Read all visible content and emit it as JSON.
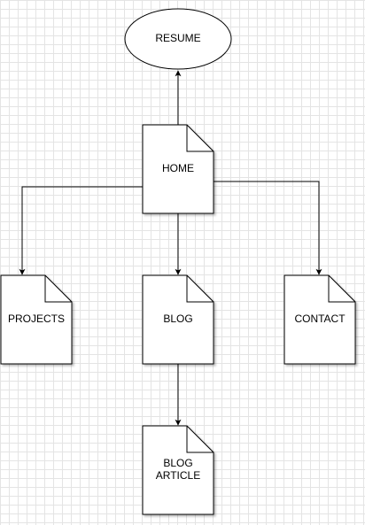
{
  "diagram": {
    "nodes": [
      {
        "id": "resume",
        "name": "node-resume",
        "shape": "ellipse",
        "lines": [
          "RESUME"
        ]
      },
      {
        "id": "home",
        "name": "node-home",
        "shape": "document",
        "lines": [
          "HOME"
        ]
      },
      {
        "id": "projects",
        "name": "node-projects",
        "shape": "document",
        "lines": [
          "PROJECTS"
        ]
      },
      {
        "id": "blog",
        "name": "node-blog",
        "shape": "document",
        "lines": [
          "BLOG"
        ]
      },
      {
        "id": "contact",
        "name": "node-contact",
        "shape": "document",
        "lines": [
          "CONTACT"
        ]
      },
      {
        "id": "blog-article",
        "name": "node-blog-article",
        "shape": "document",
        "lines": [
          "BLOG",
          "ARTICLE"
        ]
      }
    ],
    "edges": [
      {
        "from": "home",
        "to": "resume"
      },
      {
        "from": "home",
        "to": "projects"
      },
      {
        "from": "home",
        "to": "blog"
      },
      {
        "from": "home",
        "to": "contact"
      },
      {
        "from": "blog",
        "to": "blog-article"
      }
    ],
    "colors": {
      "stroke": "#000000",
      "fill": "#ffffff",
      "grid": "#e4e4e4",
      "text": "#000000"
    }
  }
}
